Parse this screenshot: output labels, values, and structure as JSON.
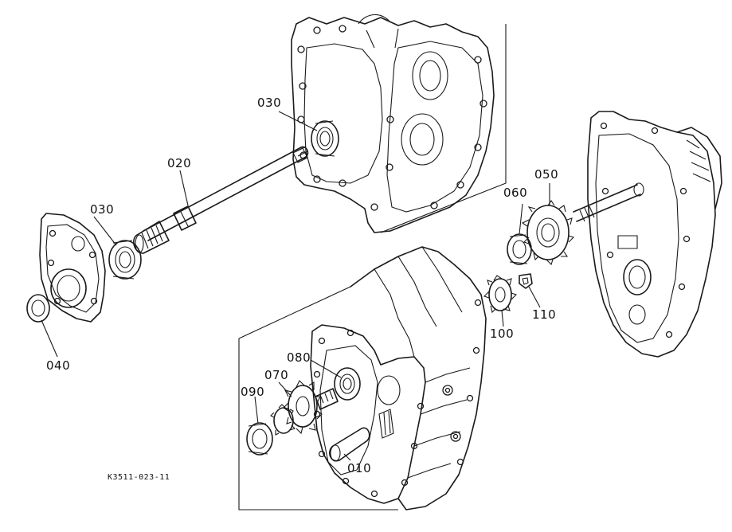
{
  "diagram": {
    "callouts": {
      "c030_top": "030",
      "c020": "020",
      "c030_left": "030",
      "c040": "040",
      "c060": "060",
      "c050": "050",
      "c110": "110",
      "c100": "100",
      "c080": "080",
      "c070": "070",
      "c090": "090",
      "c010": "010"
    },
    "drawing_code": "K3511-023-11"
  }
}
